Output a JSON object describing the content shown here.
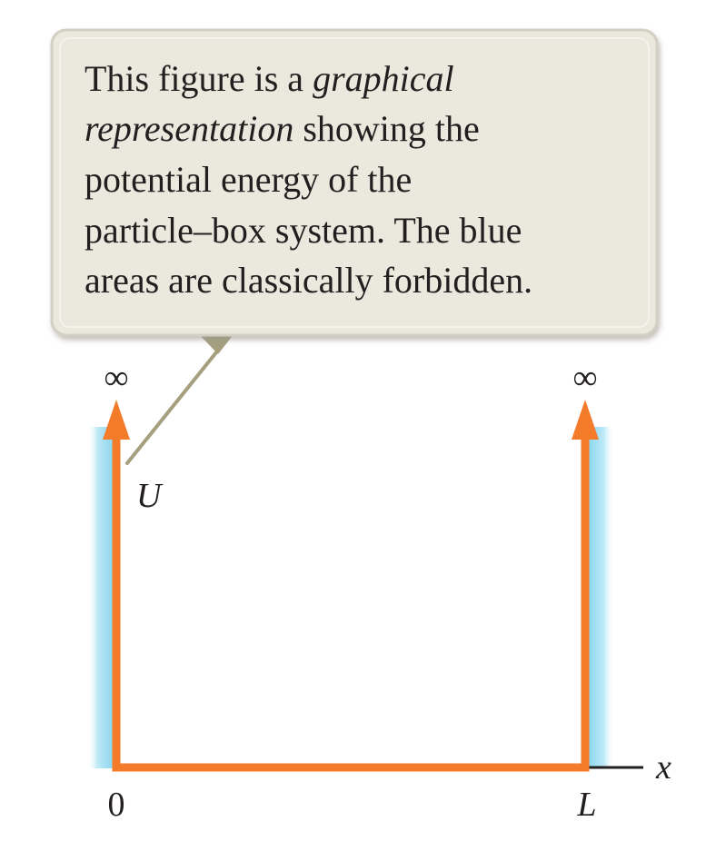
{
  "callout": {
    "line1_a": "This figure is a ",
    "line1_b": "graphical",
    "line2_a": "representation",
    "line2_b": " showing the",
    "line3": "potential energy of the",
    "line4": "particle–box system.  The blue",
    "line5": "areas are classically forbidden."
  },
  "labels": {
    "left_infinity": "∞",
    "right_infinity": "∞",
    "u_label": "U",
    "origin_label": "0",
    "l_label": "L",
    "x_label": "x"
  },
  "colors": {
    "potential": "#f47b2a",
    "forbidden_region": "#7fd3ee",
    "callout_fill": "#ebe8de",
    "callout_border": "#c9c6b8",
    "pointer": "#a59f7e",
    "axis": "#231f20"
  }
}
